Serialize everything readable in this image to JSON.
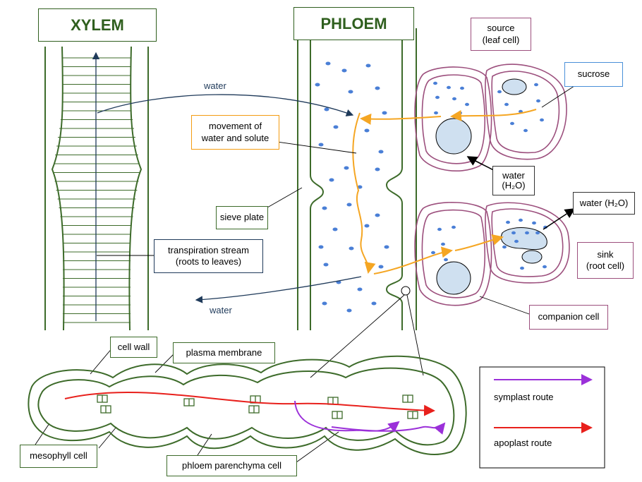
{
  "titles": {
    "xylem": "XYLEM",
    "phloem": "PHLOEM"
  },
  "labels": {
    "source_line1": "source",
    "source_line2": "(leaf cell)",
    "sucrose": "sucrose",
    "movement_line1": "movement of",
    "movement_line2": "water and solute",
    "water_top": "water",
    "water_bottom": "water",
    "water_leaf_line1": "water",
    "water_leaf_line2": "(H₂O)",
    "water_root": "water (H₂O)",
    "sieve_plate": "sieve plate",
    "transpiration_line1": "transpiration stream",
    "transpiration_line2": "(roots to leaves)",
    "sink_line1": "sink",
    "sink_line2": "(root cell)",
    "companion_cell": "companion cell",
    "cell_wall": "cell wall",
    "plasma_membrane": "plasma membrane",
    "mesophyll_cell": "mesophyll cell",
    "phloem_parenchyma_cell": "phloem parenchyma cell"
  },
  "legend": {
    "symplast": "symplast route",
    "apoplast": "apoplast route"
  },
  "colors": {
    "green": "#3d6b2a",
    "purple": "#9c4f7d",
    "dot_blue": "#4a7fd6",
    "orange": "#f5a623",
    "red": "#e8201c",
    "violet": "#9b30d9",
    "navy": "#1f3a5a",
    "cell_fill": "#cfe0f0"
  }
}
